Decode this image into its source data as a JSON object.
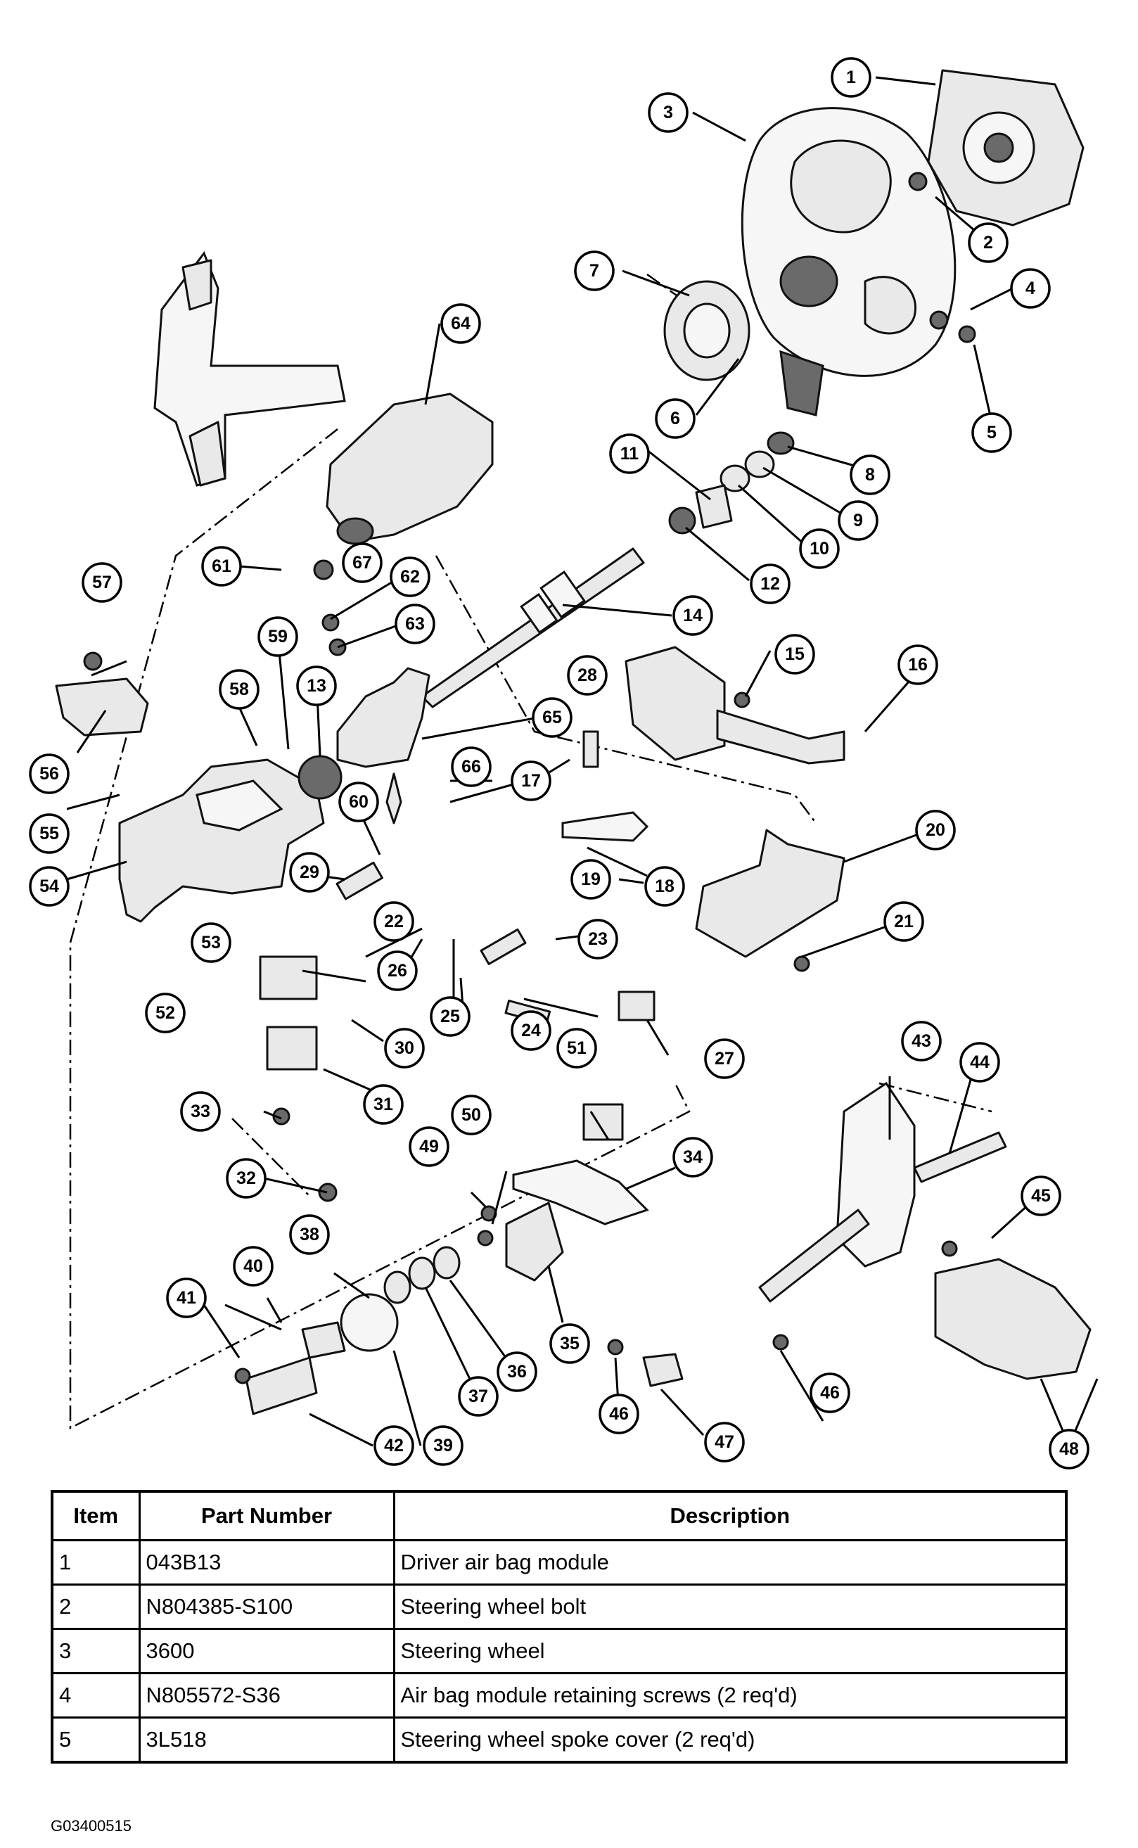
{
  "diagram": {
    "callouts": [
      "1",
      "2",
      "3",
      "4",
      "5",
      "6",
      "7",
      "8",
      "9",
      "10",
      "11",
      "12",
      "13",
      "14",
      "15",
      "16",
      "17",
      "18",
      "19",
      "20",
      "21",
      "22",
      "23",
      "24",
      "25",
      "26",
      "27",
      "28",
      "29",
      "30",
      "31",
      "32",
      "33",
      "34",
      "35",
      "36",
      "37",
      "38",
      "39",
      "40",
      "41",
      "42",
      "43",
      "44",
      "45",
      "46",
      "47",
      "48",
      "49",
      "50",
      "51",
      "52",
      "53",
      "54",
      "55",
      "56",
      "57",
      "58",
      "59",
      "60",
      "61",
      "62",
      "63",
      "64",
      "65",
      "66",
      "67",
      "46"
    ]
  },
  "table": {
    "headers": [
      "Item",
      "Part Number",
      "Description"
    ],
    "rows": [
      [
        "1",
        "043B13",
        "Driver air bag module"
      ],
      [
        "2",
        "N804385-S100",
        "Steering wheel bolt"
      ],
      [
        "3",
        "3600",
        "Steering wheel"
      ],
      [
        "4",
        "N805572-S36",
        "Air bag module retaining screws (2 req'd)"
      ],
      [
        "5",
        "3L518",
        "Steering wheel spoke cover (2 req'd)"
      ]
    ]
  },
  "figure_code": "G03400515"
}
